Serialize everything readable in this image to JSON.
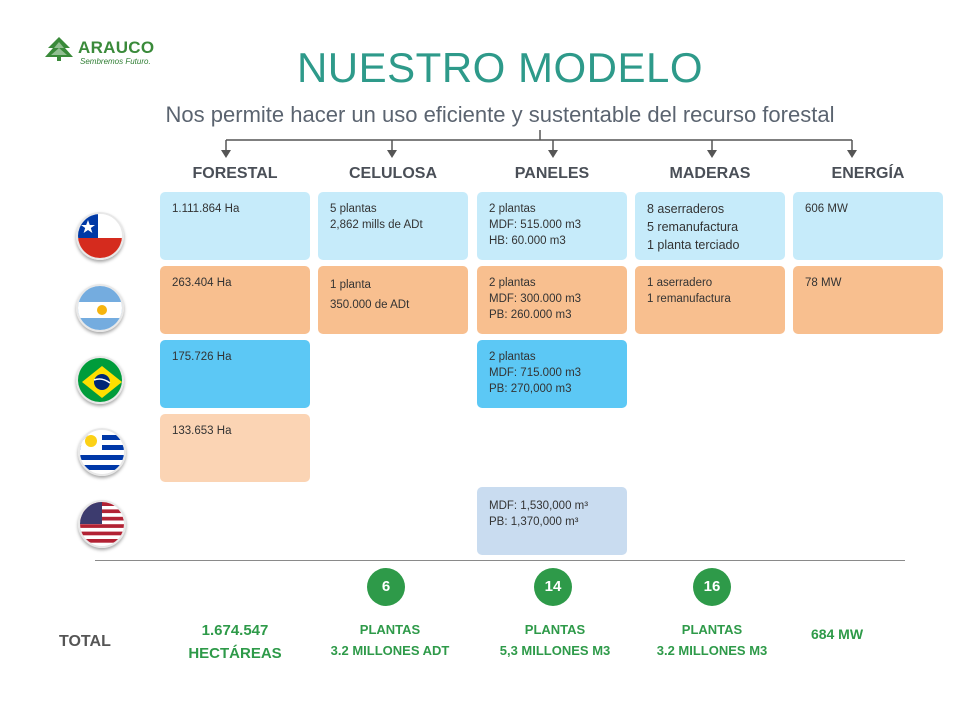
{
  "logo": {
    "name": "ARAUCO",
    "tagline": "Sembremos Futuro."
  },
  "title": "NUESTRO MODELO",
  "subtitle": "Nos permite hacer un uso eficiente y sustentable del recurso forestal",
  "columns": [
    "FORESTAL",
    "CELULOSA",
    "PANELES",
    "MADERAS",
    "ENERGÍA"
  ],
  "countries": [
    "chile-flag-icon",
    "argentina-flag-icon",
    "brazil-flag-icon",
    "uruguay-flag-icon",
    "usa-flag-icon"
  ],
  "cells": {
    "chile": {
      "forestal": "1.111.864  Ha",
      "celulosa": "5 plantas\n2,862 mills de ADt",
      "paneles": "2 plantas\nMDF: 515.000   m3\nHB: 60.000  m3",
      "maderas": "8 aserraderos\n5 remanufactura\n1 planta terciado",
      "energia": "606  MW"
    },
    "argentina": {
      "forestal": "263.404  Ha",
      "celulosa": "1 planta\n350.000  de ADt",
      "paneles": "2 plantas\nMDF: 300.000  m3\nPB: 260.000  m3",
      "maderas": "1 aserradero\n1 remanufactura",
      "energia": "78 MW"
    },
    "brasil": {
      "forestal": "175.726  Ha",
      "paneles": "2 plantas\nMDF: 715.000  m3\nPB: 270,000  m3"
    },
    "uruguay": {
      "forestal": "133.653  Ha"
    },
    "usa": {
      "paneles": "MDF: 1,530,000  m³\nPB: 1,370,000  m³"
    }
  },
  "badges": {
    "celulosa": "6",
    "paneles": "14",
    "maderas": "16"
  },
  "totals": {
    "label": "TOTAL",
    "forestal": {
      "line1": "1.674.547",
      "line2": "HECTÁREAS"
    },
    "celulosa": {
      "line1": "PLANTAS",
      "line2": "3.2 MILLONES ADT"
    },
    "paneles": {
      "line1": "PLANTAS",
      "line2": "5,3 MILLONES M3"
    },
    "maderas": {
      "line1": "PLANTAS",
      "line2": "3.2 MILLONES M3"
    },
    "energia": "684 MW"
  },
  "colors": {
    "title": "#2e9a8a",
    "accent_green": "#2e9a49",
    "chile_row": "#c6ebfa",
    "argentina_row": "#f8bf8f",
    "brasil_row": "#5cc8f5",
    "uruguay_row": "#fbd4b4",
    "usa_row": "#c9dcf0"
  }
}
